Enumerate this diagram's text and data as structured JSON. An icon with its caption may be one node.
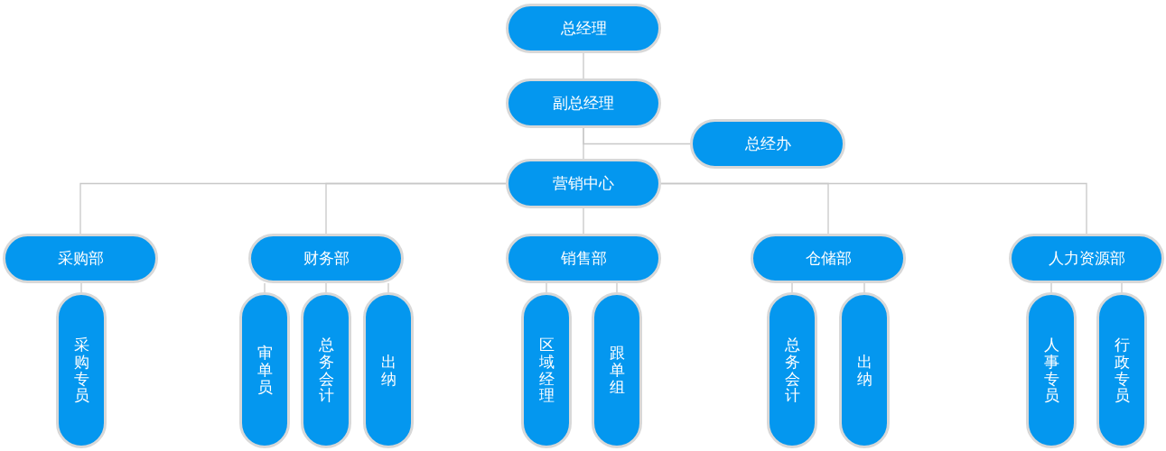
{
  "diagram": {
    "nodes": [
      {
        "text": [
          "总经理"
        ]
      },
      {
        "text": [
          "副总经理"
        ]
      },
      {
        "text": [
          "总经办"
        ]
      },
      {
        "text": [
          "营销中心"
        ]
      },
      {
        "text": [
          "采购部"
        ]
      },
      {
        "text": [
          "财务部"
        ]
      },
      {
        "text": [
          "销售部"
        ]
      },
      {
        "text": [
          "仓储部"
        ]
      },
      {
        "text": [
          "人力资源部"
        ]
      },
      {
        "text": [
          "采购专员"
        ]
      },
      {
        "text": [
          "审单员"
        ]
      },
      {
        "text": [
          "总务会计"
        ]
      },
      {
        "text": [
          "出纳"
        ]
      },
      {
        "text": [
          "区域经理"
        ]
      },
      {
        "text": [
          "跟单组"
        ]
      },
      {
        "text": [
          "总务会计"
        ]
      },
      {
        "text": [
          "出纳"
        ]
      },
      {
        "text": [
          "人事专员"
        ]
      },
      {
        "text": [
          "行政专员"
        ]
      }
    ],
    "edges": [
      {
        "from": 0,
        "to": 1,
        "arrow": "none"
      },
      {
        "from": 1,
        "to": 3,
        "arrow": "none"
      },
      {
        "from": 1,
        "to": 2,
        "arrow": "none"
      },
      {
        "from": 3,
        "to": 4,
        "arrow": "none"
      },
      {
        "from": 3,
        "to": 5,
        "arrow": "none"
      },
      {
        "from": 3,
        "to": 6,
        "arrow": "none"
      },
      {
        "from": 3,
        "to": 7,
        "arrow": "none"
      },
      {
        "from": 3,
        "to": 8,
        "arrow": "none"
      },
      {
        "from": 4,
        "to": 9,
        "arrow": "none"
      },
      {
        "from": 5,
        "to": 10,
        "arrow": "none"
      },
      {
        "from": 5,
        "to": 11,
        "arrow": "none"
      },
      {
        "from": 5,
        "to": 12,
        "arrow": "none"
      },
      {
        "from": 6,
        "to": 13,
        "arrow": "none"
      },
      {
        "from": 6,
        "to": 14,
        "arrow": "none"
      },
      {
        "from": 7,
        "to": 15,
        "arrow": "none"
      },
      {
        "from": 7,
        "to": 16,
        "arrow": "none"
      },
      {
        "from": 8,
        "to": 17,
        "arrow": "none"
      },
      {
        "from": 8,
        "to": 18,
        "arrow": "none"
      }
    ]
  }
}
